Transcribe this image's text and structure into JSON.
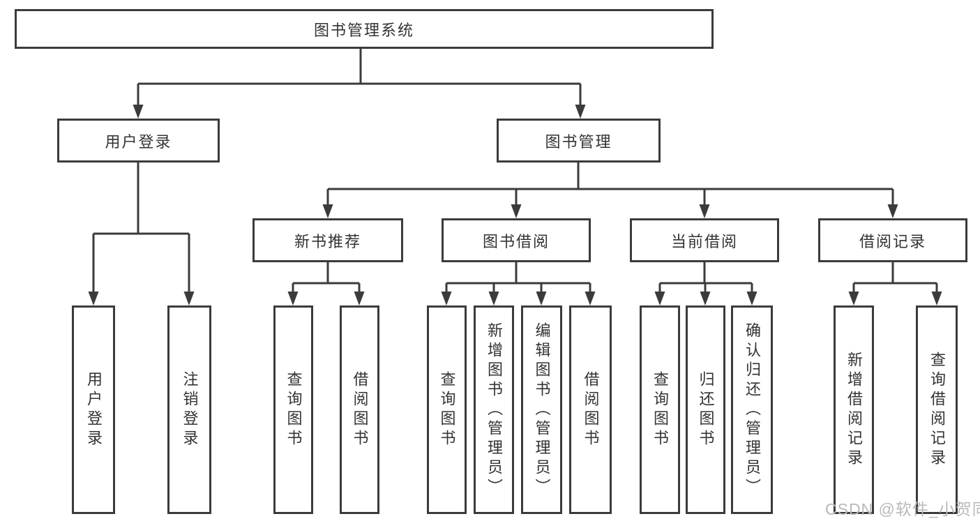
{
  "diagram": {
    "type": "tree",
    "title": "图书管理系统",
    "tree": {
      "label": "图书管理系统",
      "children": [
        {
          "label": "用户登录",
          "children": [
            {
              "label": "用户登录"
            },
            {
              "label": "注销登录"
            }
          ]
        },
        {
          "label": "图书管理",
          "children": [
            {
              "label": "新书推荐",
              "children": [
                {
                  "label": "查询图书"
                },
                {
                  "label": "借阅图书"
                }
              ]
            },
            {
              "label": "图书借阅",
              "children": [
                {
                  "label": "查询图书"
                },
                {
                  "label": "新增图书（管理员）"
                },
                {
                  "label": "编辑图书（管理员）"
                },
                {
                  "label": "借阅图书"
                }
              ]
            },
            {
              "label": "当前借阅",
              "children": [
                {
                  "label": "查询图书"
                },
                {
                  "label": "归还图书"
                },
                {
                  "label": "确认归还（管理员）"
                }
              ]
            },
            {
              "label": "借阅记录",
              "children": [
                {
                  "label": "新增借阅记录"
                },
                {
                  "label": "查询借阅记录"
                }
              ]
            }
          ]
        }
      ]
    }
  },
  "watermark": {
    "text": "CSDN @软件_小贺同学"
  },
  "colors": {
    "line": "#3b3b3b",
    "box_border": "#3b3b3b",
    "box_fill": "#ffffff",
    "text": "#333333",
    "watermark": "#b9b9b9",
    "background": "#ffffff"
  }
}
